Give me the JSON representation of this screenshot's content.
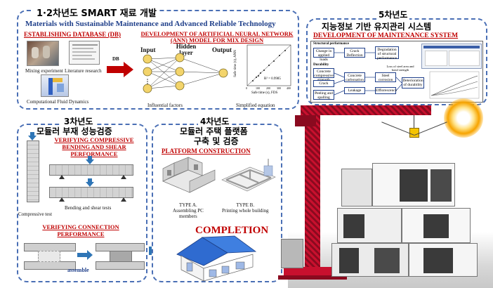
{
  "panel1": {
    "title": "1·2차년도 SMART 재료 개발",
    "subtitle_en": "Materials with Sustainable Maintenance and Advanced Reliable  Technology",
    "db_title": "ESTABLISHING DATABASE (DB)",
    "mixing_label": "Mixing experiment",
    "literature_label": "Literature research",
    "cfd_label": "Computational Fluid Dynamics",
    "db_arrow_label": "DB",
    "ann_title": "DEVELOPMENT OF ARTIFICIAL NEURAL NETWORK (ANN) MODEL FOR MIX DESIGN",
    "input_label": "Input",
    "hidden_label": "Hidden layer",
    "output_label": "Output",
    "influential_label": "Influential factors",
    "simplified_label": "Simplified equation",
    "plot_ylabel": "Safe time (s), ANN",
    "plot_xlabel": "Safe time (s), FDS",
    "plot_r2": "R² = 0.9985",
    "plot_ticks": [
      "0",
      "100",
      "200",
      "300",
      "400"
    ]
  },
  "panel5": {
    "title_line1": "5차년도",
    "title_line2": "지능정보 기반 유지관리 시스템",
    "subtitle": "DEVELOPMENT OF MAINTENANCE SYSTEM",
    "structural_label": "Structural performance",
    "durability_label": "Durability",
    "boxes": {
      "change_loads": "Change in applied loads",
      "crack_deflection": "Crack\nDeflection",
      "degradation": "Degradation of structural performance",
      "concrete_strength": "Concrete compressive strength",
      "crack": "Crack",
      "peeling": "Peeling and spalling",
      "carbonation": "Concrete carbonation",
      "leakage": "Leakage",
      "steel_corrosion": "Steel corrosion",
      "efflorescence": "Efflorescence",
      "loss_steel": "Loss of steel area and bond strength",
      "deterioration": "Deterioration of durability"
    }
  },
  "panel3": {
    "title_line1": "3차년도",
    "title_line2": "모듈러 부재 성능검증",
    "verify_title": "VERIFYING COMPRESSIVE BENDING AND SHEAR PERFORMANCE",
    "compressive_label": "Compressive test",
    "bending_label": "Bending and shear tests",
    "connection_title": "VERIFYING CONNECTION PERFORMANCE",
    "assemble_label": "assemble"
  },
  "panel4": {
    "title_line1": "4차년도",
    "title_line2": "모듈러 주택 플랫폼",
    "title_line3": "구축 및 검증",
    "platform_title": "PLATFORM CONSTRUCTION",
    "type_a": "TYPE A.\nAssembling PC\nmembers",
    "type_b": "TYPE B.\nPrinting whole building",
    "completion": "COMPLETION"
  },
  "colors": {
    "panel_border": "#4a6fb5",
    "red_title": "#c00000",
    "navy": "#1f3f8a",
    "crane_red": "#c8102e",
    "sun": "#f7a400"
  }
}
